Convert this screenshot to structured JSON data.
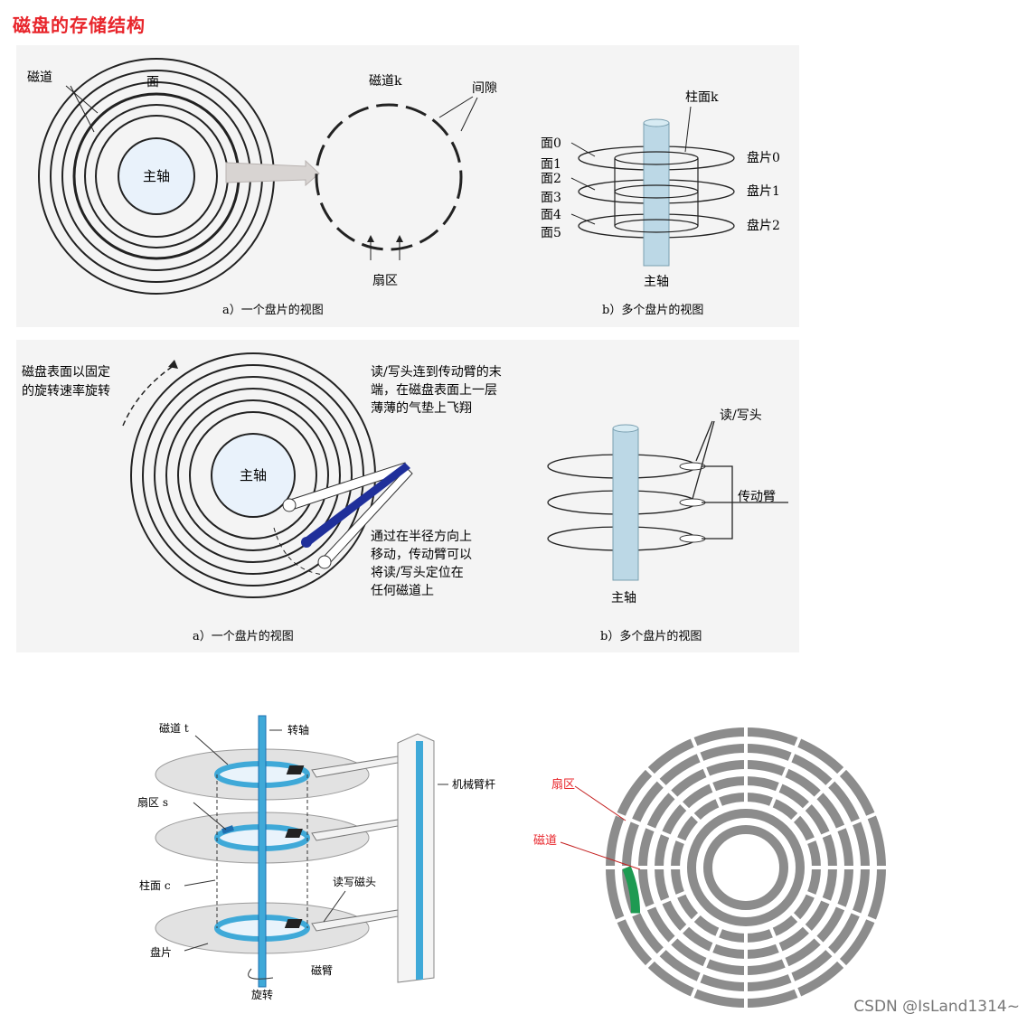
{
  "title": "磁盘的存储结构",
  "top_left": {
    "track": "磁道",
    "surface": "面",
    "spindle": "主轴",
    "track_k": "磁道k",
    "gap": "间隙",
    "sector": "扇区",
    "caption": "a）一个盘片的视图"
  },
  "top_right": {
    "cylinder": "柱面k",
    "faces": [
      "面0",
      "面1",
      "面2",
      "面3",
      "面4",
      "面5"
    ],
    "platters": [
      "盘片0",
      "盘片1",
      "盘片2"
    ],
    "spindle": "主轴",
    "caption": "b）多个盘片的视图"
  },
  "mid_left": {
    "rotate_note_1": "磁盘表面以固定",
    "rotate_note_2": "的旋转速率旋转",
    "head_note_1": "读/写头连到传动臂的末",
    "head_note_2": "端，在磁盘表面上一层",
    "head_note_3": "薄薄的气垫上飞翔",
    "spindle": "主轴",
    "move_note_1": "通过在半径方向上",
    "move_note_2": "移动，传动臂可以",
    "move_note_3": "将读/写头定位在",
    "move_note_4": "任何磁道上",
    "caption": "a）一个盘片的视图"
  },
  "mid_right": {
    "rw_head": "读/写头",
    "actuator": "传动臂",
    "spindle": "主轴",
    "caption": "b）多个盘片的视图"
  },
  "bottom_left": {
    "track_t": "磁道 t",
    "spindle": "转轴",
    "sector_s": "扇区 s",
    "arm_shaft": "机械臂杆",
    "cylinder_c": "柱面 c",
    "rw_head": "读写磁头",
    "platter": "盘片",
    "arm": "磁臂",
    "rotation": "旋转"
  },
  "bottom_right": {
    "sector": "扇区",
    "track": "磁道"
  },
  "colors": {
    "title": "#e8252b",
    "gray_track": "#8c8c8c",
    "sector_green": "#1e9a52",
    "spindle_blue": "#3fa9d8",
    "arm_navy": "#1f2f9a"
  },
  "watermark": "CSDN @IsLand1314~"
}
